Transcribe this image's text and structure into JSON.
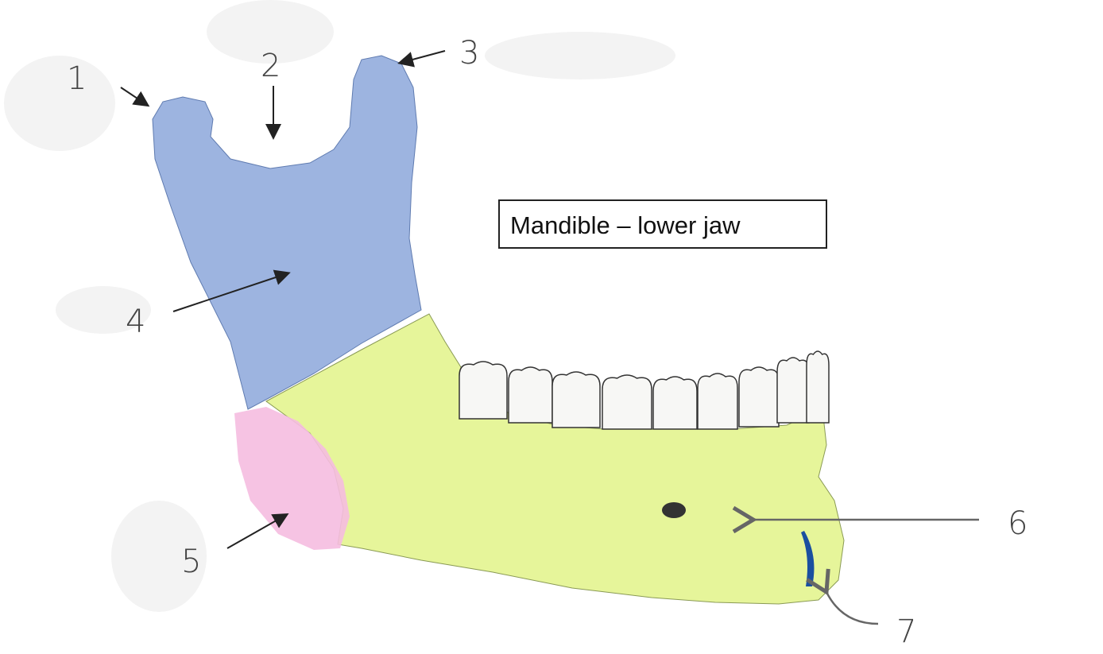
{
  "title": "Mandible – lower jaw",
  "labels": [
    {
      "id": "label-1",
      "text": "1"
    },
    {
      "id": "label-2",
      "text": "2"
    },
    {
      "id": "label-3",
      "text": "3"
    },
    {
      "id": "label-4",
      "text": "4"
    },
    {
      "id": "label-5",
      "text": "5"
    },
    {
      "id": "label-6",
      "text": "6"
    },
    {
      "id": "label-7",
      "text": "7"
    }
  ],
  "colors": {
    "ramus": "#9db4e0",
    "body": "#e6f59a",
    "angle": "#f5bde0",
    "mental_mark": "#1a4fa0",
    "teeth": "#f7f7f5",
    "arrow": "#222222",
    "ink": "#444444"
  },
  "icons": {
    "mandible": "mandible-bone-illustration"
  }
}
